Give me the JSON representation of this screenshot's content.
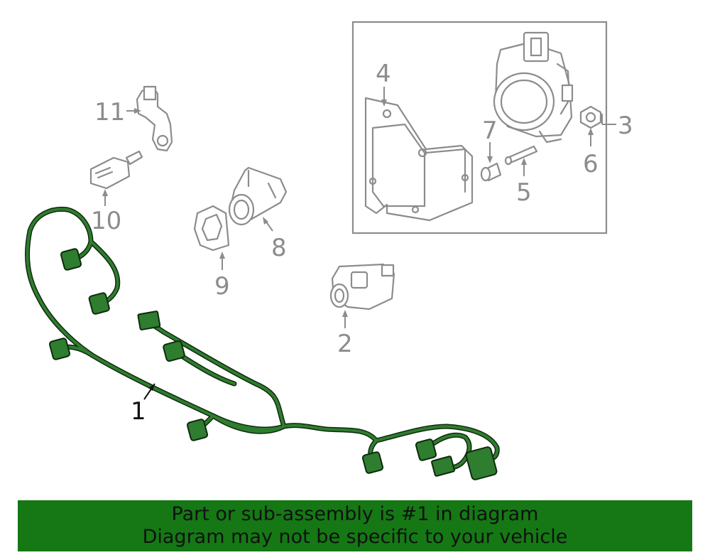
{
  "callouts": {
    "c1": "1",
    "c2": "2",
    "c3": "3",
    "c4": "4",
    "c5": "5",
    "c6": "6",
    "c7": "7",
    "c8": "8",
    "c9": "9",
    "c10": "10",
    "c11": "11"
  },
  "banner": {
    "line1": "Part or sub-assembly is #1 in diagram",
    "line2": "Diagram may not be specific to your vehicle"
  },
  "colors": {
    "harness": "#2f7d2f",
    "harness_outline": "#0f2a0f",
    "banner_bg": "#157815",
    "part_gray": "#8c8c8c"
  }
}
